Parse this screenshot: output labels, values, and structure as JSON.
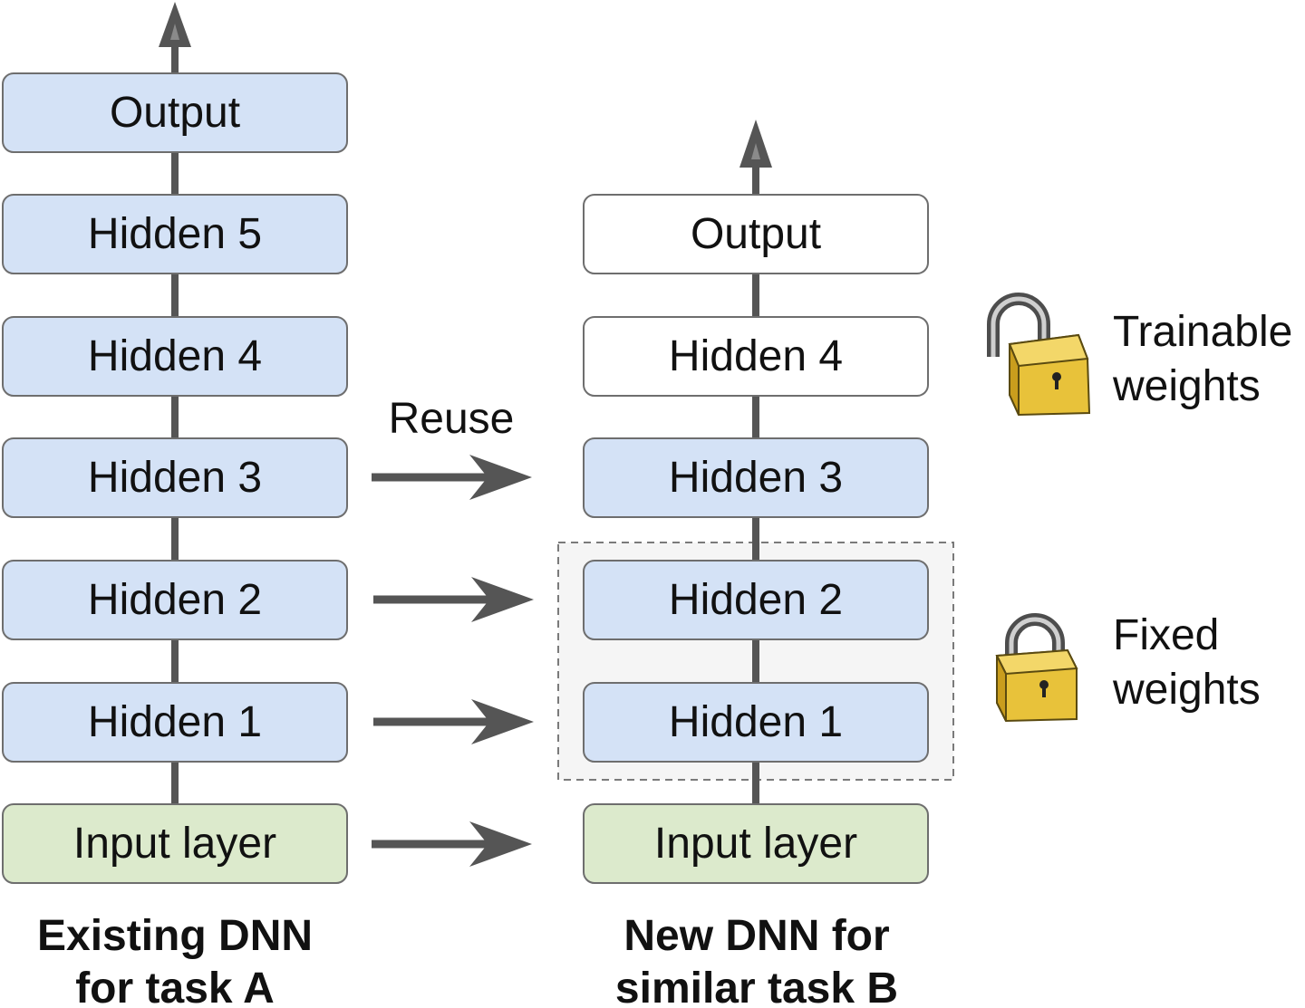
{
  "reuse_label": "Reuse",
  "dnn_a": {
    "caption_line1": "Existing DNN",
    "caption_line2": "for task A",
    "layers": [
      {
        "label": "Output",
        "style": "blue"
      },
      {
        "label": "Hidden 5",
        "style": "blue"
      },
      {
        "label": "Hidden 4",
        "style": "blue"
      },
      {
        "label": "Hidden 3",
        "style": "blue"
      },
      {
        "label": "Hidden 2",
        "style": "blue"
      },
      {
        "label": "Hidden 1",
        "style": "blue"
      },
      {
        "label": "Input layer",
        "style": "green"
      }
    ]
  },
  "dnn_b": {
    "caption_line1": "New DNN for",
    "caption_line2": "similar task B",
    "layers": [
      {
        "label": "Output",
        "style": "white"
      },
      {
        "label": "Hidden 4",
        "style": "white"
      },
      {
        "label": "Hidden 3",
        "style": "blue"
      },
      {
        "label": "Hidden 2",
        "style": "blue"
      },
      {
        "label": "Hidden 1",
        "style": "blue"
      },
      {
        "label": "Input layer",
        "style": "green"
      }
    ]
  },
  "legend": {
    "trainable_line1": "Trainable",
    "trainable_line2": "weights",
    "trainable_icon": "unlocked-padlock-icon",
    "fixed_line1": "Fixed",
    "fixed_line2": "weights",
    "fixed_icon": "locked-padlock-icon"
  },
  "colors": {
    "reused_layer": "#d4e2f6",
    "new_layer": "#ffffff",
    "input_layer": "#dceacc",
    "connector": "#555555",
    "lock_gold": "#e8c23a"
  }
}
